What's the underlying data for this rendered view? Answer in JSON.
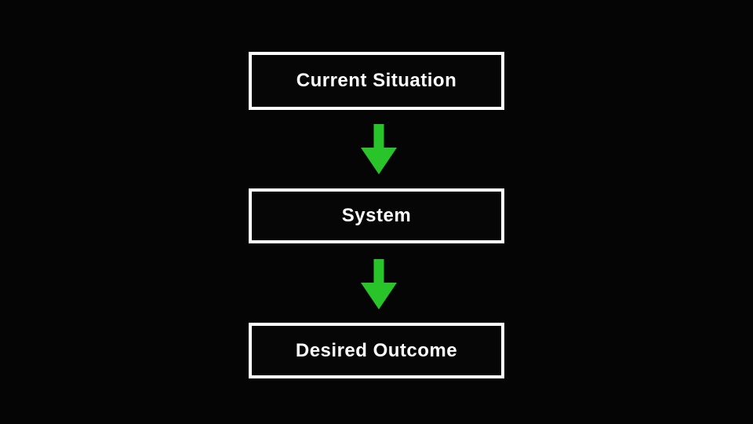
{
  "diagram": {
    "title": "",
    "nodes": [
      {
        "label": "Current Situation"
      },
      {
        "label": "System"
      },
      {
        "label": "Desired Outcome"
      }
    ],
    "connectors": [
      {
        "icon": "down-arrow-icon",
        "direction": "down"
      },
      {
        "icon": "down-arrow-icon",
        "direction": "down"
      }
    ]
  },
  "colors": {
    "background": "#050505",
    "box_fill": "#060606",
    "box_border": "#ffffff",
    "label_text": "#ffffff",
    "arrow_green": "#29c429"
  }
}
